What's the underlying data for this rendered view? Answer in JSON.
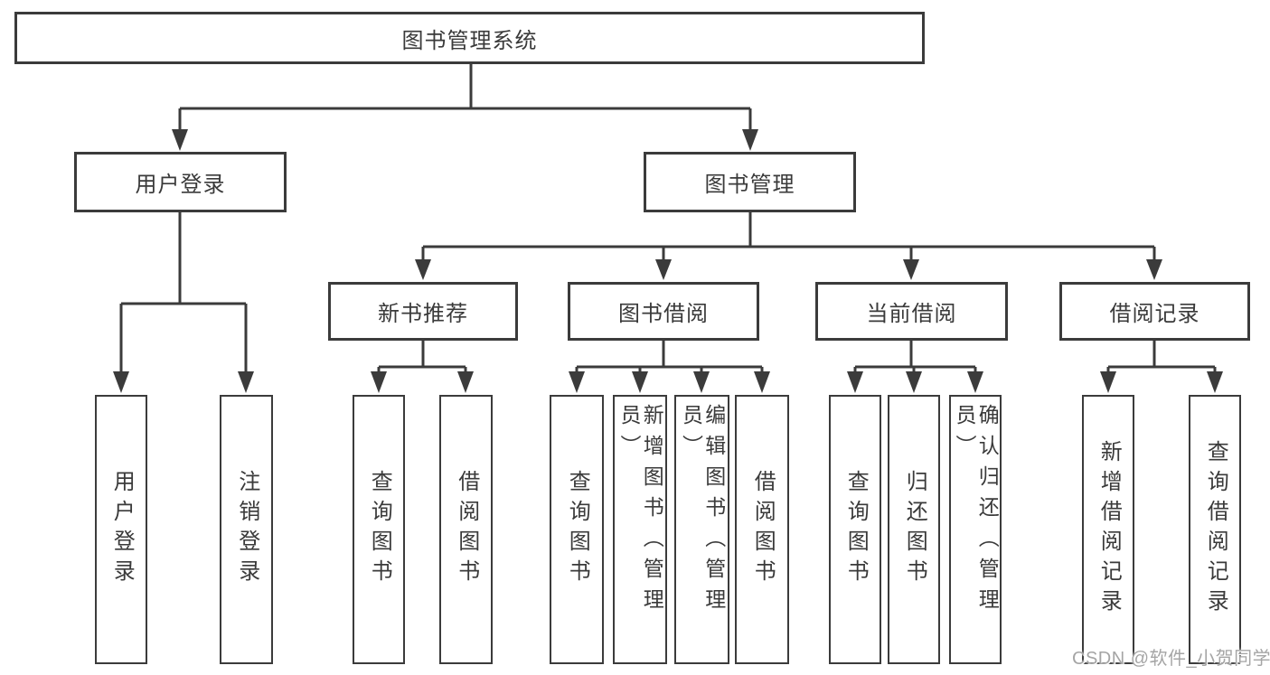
{
  "colors": {
    "line": "#3b3b3b",
    "box_border": "#3b3b3b",
    "text": "#3a3a3a",
    "background": "#ffffff",
    "watermark_color": "#a5a5a5"
  },
  "diagram": {
    "root": {
      "label": "图书管理系统"
    },
    "branches": {
      "user_login": {
        "label": "用户登录"
      },
      "book_mgmt": {
        "label": "图书管理"
      }
    },
    "modules": {
      "new_books": {
        "label": "新书推荐"
      },
      "book_borrow": {
        "label": "图书借阅"
      },
      "current_borrow": {
        "label": "当前借阅"
      },
      "borrow_records": {
        "label": "借阅记录"
      }
    },
    "leaves": {
      "user_login": {
        "label": "用户登录"
      },
      "logout": {
        "label": "注销登录"
      },
      "nb_query": {
        "label": "查询图书"
      },
      "nb_borrow": {
        "label": "借阅图书"
      },
      "bb_query": {
        "label": "查询图书"
      },
      "bb_add": {
        "label": "新增图书（管理员）"
      },
      "bb_edit": {
        "label": "编辑图书（管理员）"
      },
      "bb_borrow": {
        "label": "借阅图书"
      },
      "cb_query": {
        "label": "查询图书"
      },
      "cb_return": {
        "label": "归还图书"
      },
      "cb_confirm": {
        "label": "确认归还（管理员）"
      },
      "br_add": {
        "label": "新增借阅记录"
      },
      "br_query": {
        "label": "查询借阅记录"
      }
    }
  },
  "watermark": {
    "text": "CSDN @软件_小贺同学"
  }
}
